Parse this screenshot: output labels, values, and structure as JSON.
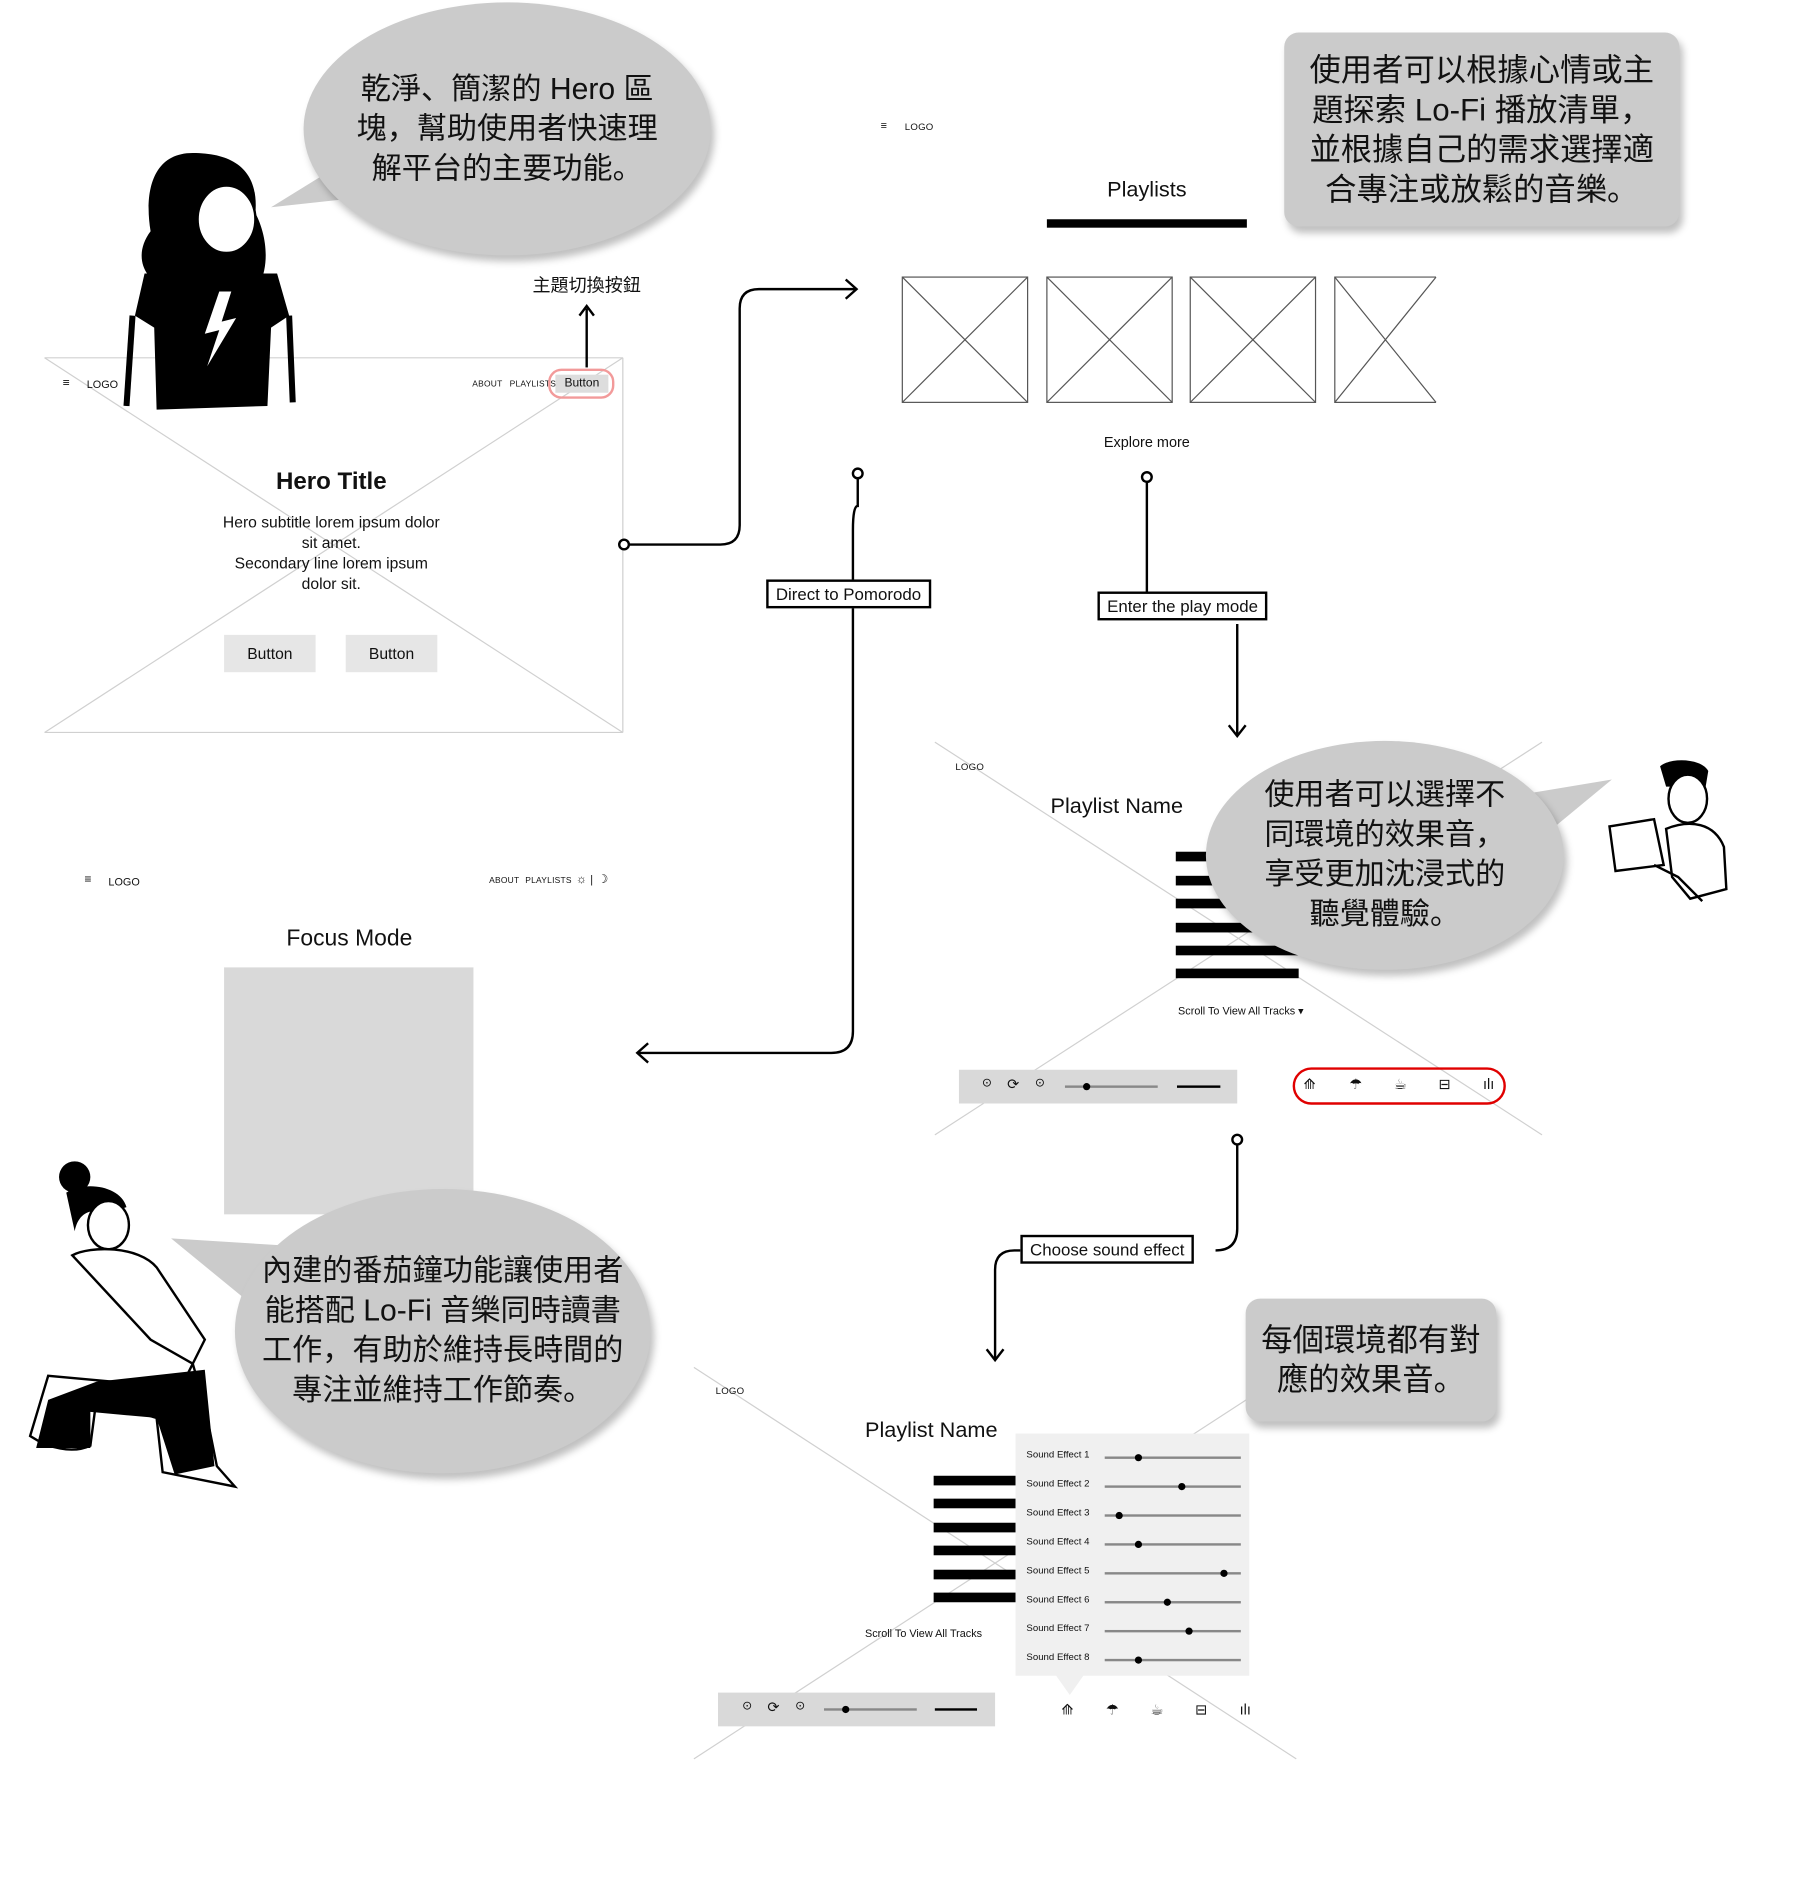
{
  "hero_frame": {
    "logo": "LOGO",
    "nav": [
      "ABOUT",
      "PLAYLISTS"
    ],
    "nav_button": "Button",
    "title": "Hero Title",
    "subtitle": [
      "Hero subtitle lorem ipsum dolor",
      "sit amet.",
      "Secondary line lorem ipsum",
      "dolor sit."
    ],
    "buttons": [
      "Button",
      "Button"
    ],
    "theme_toggle_annotation": "主題切換按鈕",
    "highlight_color": "#f29a9a"
  },
  "playlists_frame": {
    "logo": "LOGO",
    "title": "Playlists",
    "explore_more": "Explore more"
  },
  "play_mode_frame": {
    "logo": "LOGO",
    "playlist_title": "Playlist Name",
    "scroll_hint": "Scroll To View All Tracks ▾",
    "player_progress": 0.23,
    "sound_icons": [
      "forest-icon",
      "umbrella-rain-icon",
      "coffee-cup-icon",
      "train-icon",
      "sound-wave-icon"
    ],
    "highlight_color": "#e00000"
  },
  "sound_effect_frame": {
    "logo": "LOGO",
    "playlist_title": "Playlist Name",
    "scroll_hint": "Scroll To View All Tracks",
    "player_progress": 0.23,
    "effects": [
      {
        "label": "Sound Effect 1",
        "level": 0.25
      },
      {
        "label": "Sound Effect 2",
        "level": 0.57
      },
      {
        "label": "Sound Effect 3",
        "level": 0.11
      },
      {
        "label": "Sound Effect 4",
        "level": 0.25
      },
      {
        "label": "Sound Effect 5",
        "level": 0.88
      },
      {
        "label": "Sound Effect 6",
        "level": 0.46
      },
      {
        "label": "Sound Effect 7",
        "level": 0.62
      },
      {
        "label": "Sound Effect 8",
        "level": 0.25
      }
    ]
  },
  "focus_frame": {
    "logo": "LOGO",
    "nav": [
      "ABOUT",
      "PLAYLISTS"
    ],
    "theme_toggle": [
      "☼",
      "|",
      "☽"
    ],
    "title": "Focus Mode"
  },
  "flow_labels": {
    "direct_pomodoro": "Direct to Pomorodo",
    "enter_play": "Enter the play mode",
    "choose_sound": "Choose sound effect"
  },
  "bubbles": {
    "hero": [
      "乾淨、簡潔的 Hero 區",
      "塊，幫助使用者快速理",
      "解平台的主要功能。"
    ],
    "playlists": [
      "使用者可以根據心情或主",
      "題探索 Lo-Fi 播放清單，",
      "並根據自己的需求選擇適",
      "合專注或放鬆的音樂。"
    ],
    "sound": [
      "使用者可以選擇不",
      "同環境的效果音，",
      "享受更加沈浸式的",
      "聽覺體驗。"
    ],
    "each_env": [
      "每個環境都有對",
      "應的效果音。"
    ],
    "pomodoro": [
      "內建的番茄鐘功能讓使用者",
      "能搭配 Lo-Fi 音樂同時讀書",
      "工作，有助於維持長時間的",
      "專注並維持工作節奏。"
    ]
  }
}
